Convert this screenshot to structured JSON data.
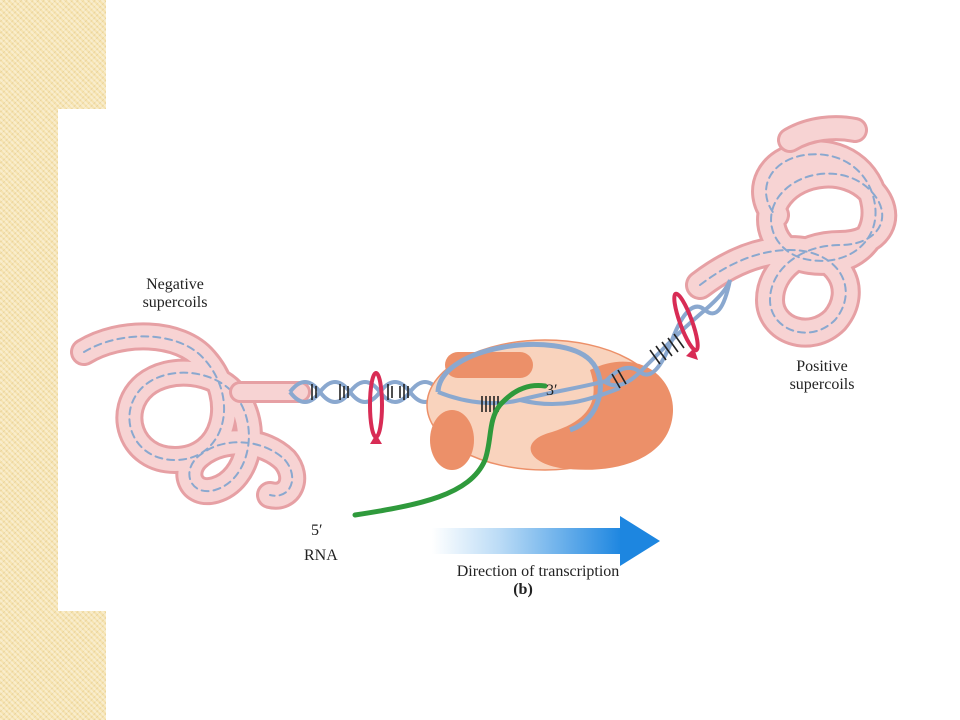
{
  "labels": {
    "negative_supercoils": [
      "Negative",
      "supercoils"
    ],
    "positive_supercoils": [
      "Positive",
      "supercoils"
    ],
    "five_prime": "5′",
    "three_prime": "3′",
    "rna": "RNA",
    "direction": "Direction of transcription",
    "panel": "(b)"
  },
  "colors": {
    "side_strip": "#f6e3b0",
    "coil_fill": "#f3bcbc",
    "helix_strand": "#7f9fc8",
    "polymerase_light": "#f9d3bd",
    "polymerase_dark": "#ec9069",
    "rna_strand": "#2f9a3c",
    "arrow": "#1d86e0",
    "twist_marker": "#d82c55"
  }
}
